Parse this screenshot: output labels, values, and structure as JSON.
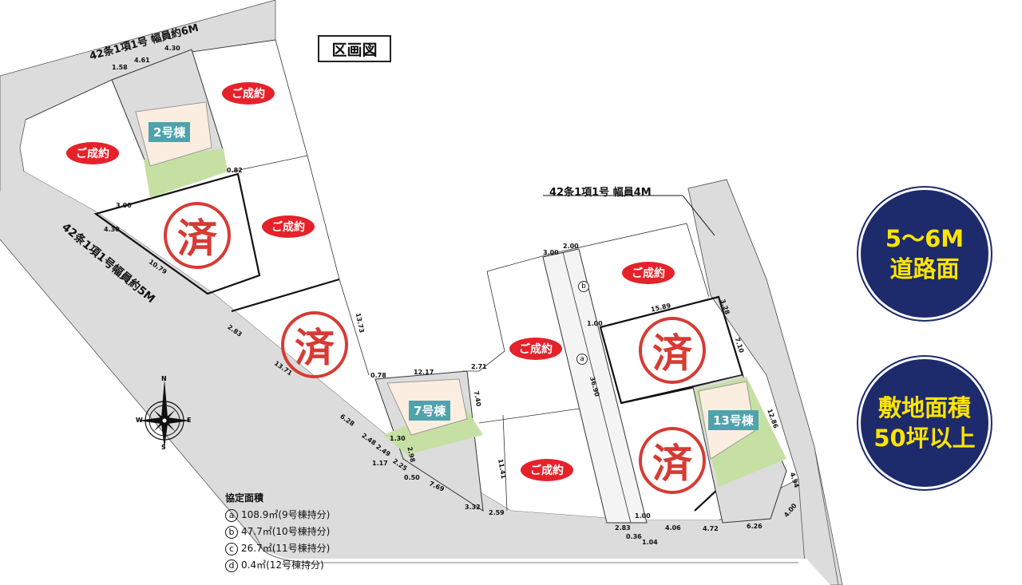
{
  "title": "区画図",
  "roads": {
    "top": "42条1項1号 幅員約6M",
    "diagonal": "42条1項1号幅員約5M",
    "right": "42条1項1号 幅員4M"
  },
  "sold_label": "ご成約",
  "done_label": "済",
  "houses": [
    "2号棟",
    "7号棟",
    "13号棟"
  ],
  "dimensions": [
    "1.58",
    "4.61",
    "4.30",
    "0.82",
    "3.00",
    "4.30",
    "10.79",
    "2.83",
    "13.71",
    "6.28",
    "2.48",
    "2.49",
    "1.17",
    "2.25",
    "0.50",
    "7.69",
    "3.32",
    "2.59",
    "13.73",
    "0.78",
    "12.17",
    "2.71",
    "7.40",
    "1.30",
    "2.98",
    "11.41",
    "3.00",
    "2.00",
    "1.00",
    "15.89",
    "3.28",
    "7.10",
    "36.90",
    "12.86",
    "4.94",
    "4.00",
    "6.26",
    "4.72",
    "4.06",
    "1.00",
    "1.04",
    "0.36",
    "2.83"
  ],
  "legend": {
    "heading": "協定面積",
    "items": [
      {
        "mark": "a",
        "text": "108.9㎡(9号棟持分)"
      },
      {
        "mark": "b",
        "text": "47.7㎡(10号棟持分)"
      },
      {
        "mark": "c",
        "text": "26.7㎡(11号棟持分)"
      },
      {
        "mark": "d",
        "text": "0.4㎡(12号棟持分)"
      }
    ]
  },
  "lot_marks": [
    "a",
    "b"
  ],
  "compass": {
    "n": "N",
    "s": "S",
    "e": "E",
    "w": "W"
  },
  "badges": {
    "road": [
      "5〜6M",
      "道路面"
    ],
    "area": [
      "敷地面積",
      "50坪以上"
    ]
  },
  "colors": {
    "road": "#dcdcdc",
    "sold": "#e5222a",
    "done": "#d63b33",
    "house": "#fbeee0",
    "garden": "#c6e0a4",
    "tag": "#4ea3ad",
    "badge": "#1d2a6b",
    "badge_text": "#ffe500"
  }
}
